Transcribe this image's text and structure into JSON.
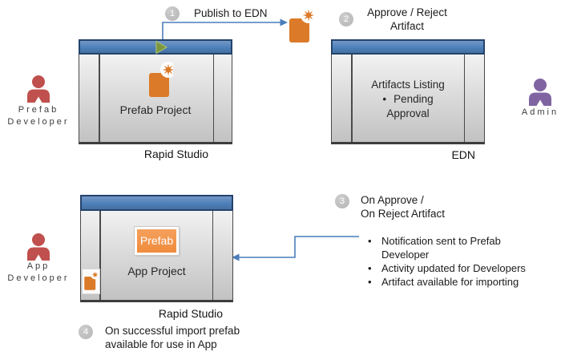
{
  "colors": {
    "titlebar_blue": "#4C7DB7",
    "titlebar_border": "#24436B",
    "connector_blue": "#4A7EBB",
    "doc_orange": "#DB7A28",
    "play_green": "#7A963F",
    "actor_red": "#C0504D",
    "actor_purple": "#8064A2",
    "prefab_button_orange": "#F2924A",
    "step_circle_gray": "#C1C1C1"
  },
  "steps": {
    "step1": {
      "num": "1",
      "label": "Publish to EDN"
    },
    "step2": {
      "num": "2",
      "line1": "Approve / Reject",
      "line2": "Artifact"
    },
    "step3": {
      "num": "3",
      "line1": "On Approve /",
      "line2": "On Reject Artifact"
    },
    "step4": {
      "num": "4",
      "line1": "On successful import prefab",
      "line2": "available for use in App"
    }
  },
  "actors": {
    "prefab_developer": {
      "line1": "Prefab",
      "line2": "Developer"
    },
    "admin": {
      "label": "Admin"
    },
    "app_developer": {
      "line1": "App",
      "line2": "Developer"
    }
  },
  "windows": {
    "rapid_studio_top": {
      "project": "Prefab Project",
      "caption": "Rapid Studio"
    },
    "edn": {
      "line1": "Artifacts Listing",
      "bullet_char": "•",
      "line2": "Pending",
      "line3": "Approval",
      "caption": "EDN"
    },
    "rapid_studio_bottom": {
      "prefab_button": "Prefab",
      "project": "App Project",
      "caption": "Rapid Studio"
    }
  },
  "notes": {
    "bullet_char": "•",
    "items": [
      "Notification sent to Prefab Developer",
      "Activity updated for Developers",
      "Artifact available for importing"
    ]
  }
}
